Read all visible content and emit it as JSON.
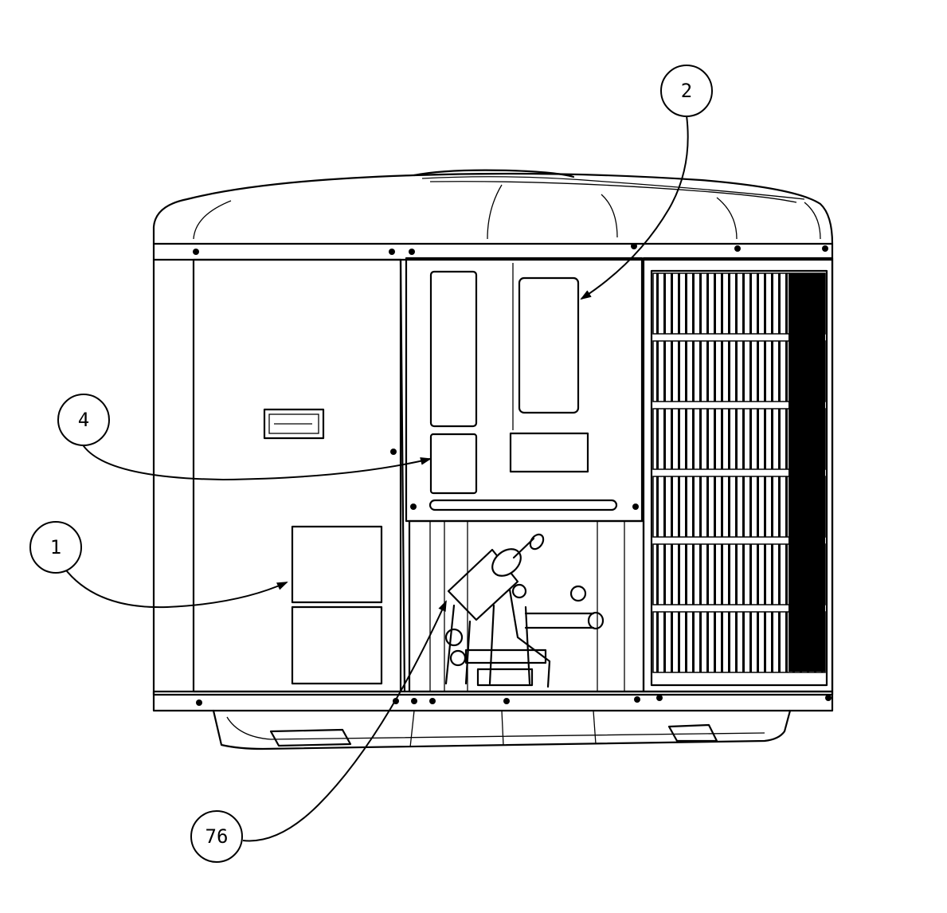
{
  "callouts": [
    {
      "id": "callout-1",
      "label": "1"
    },
    {
      "id": "callout-2",
      "label": "2"
    },
    {
      "id": "callout-4",
      "label": "4"
    },
    {
      "id": "callout-76",
      "label": "76"
    }
  ]
}
